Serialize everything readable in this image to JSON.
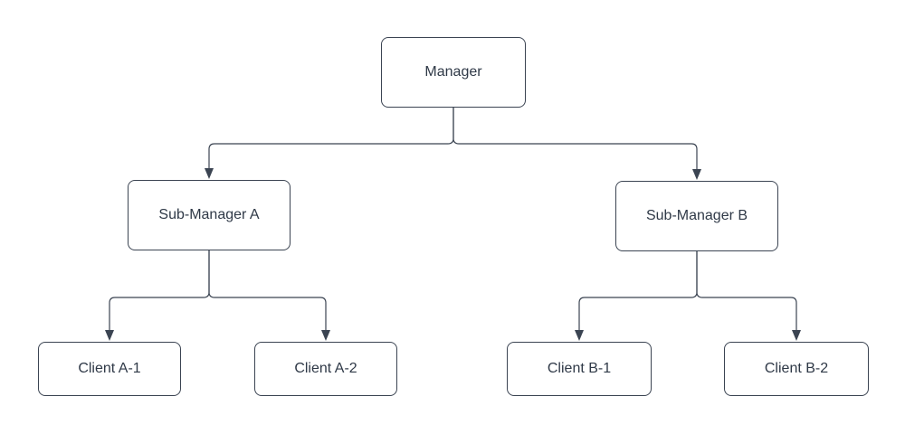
{
  "diagram": {
    "type": "org-chart",
    "background_color": "#ffffff",
    "node_fill_color": "#ffffff",
    "node_border_color": "#3b4452",
    "text_color": "#2f3947",
    "connector_color": "#3b4452",
    "arrow_style": "filled-triangle-down",
    "nodes": [
      {
        "id": "manager",
        "label": "Manager",
        "level": 0
      },
      {
        "id": "sub-manager-a",
        "label": "Sub-Manager A",
        "level": 1
      },
      {
        "id": "sub-manager-b",
        "label": "Sub-Manager B",
        "level": 1
      },
      {
        "id": "client-a-1",
        "label": "Client A-1",
        "level": 2
      },
      {
        "id": "client-a-2",
        "label": "Client A-2",
        "level": 2
      },
      {
        "id": "client-b-1",
        "label": "Client B-1",
        "level": 2
      },
      {
        "id": "client-b-2",
        "label": "Client B-2",
        "level": 2
      }
    ],
    "edges": [
      {
        "from": "Manager",
        "to": "Sub-Manager A"
      },
      {
        "from": "Manager",
        "to": "Sub-Manager B"
      },
      {
        "from": "Sub-Manager A",
        "to": "Client A-1"
      },
      {
        "from": "Sub-Manager A",
        "to": "Client A-2"
      },
      {
        "from": "Sub-Manager B",
        "to": "Client B-1"
      },
      {
        "from": "Sub-Manager B",
        "to": "Client B-2"
      }
    ]
  }
}
